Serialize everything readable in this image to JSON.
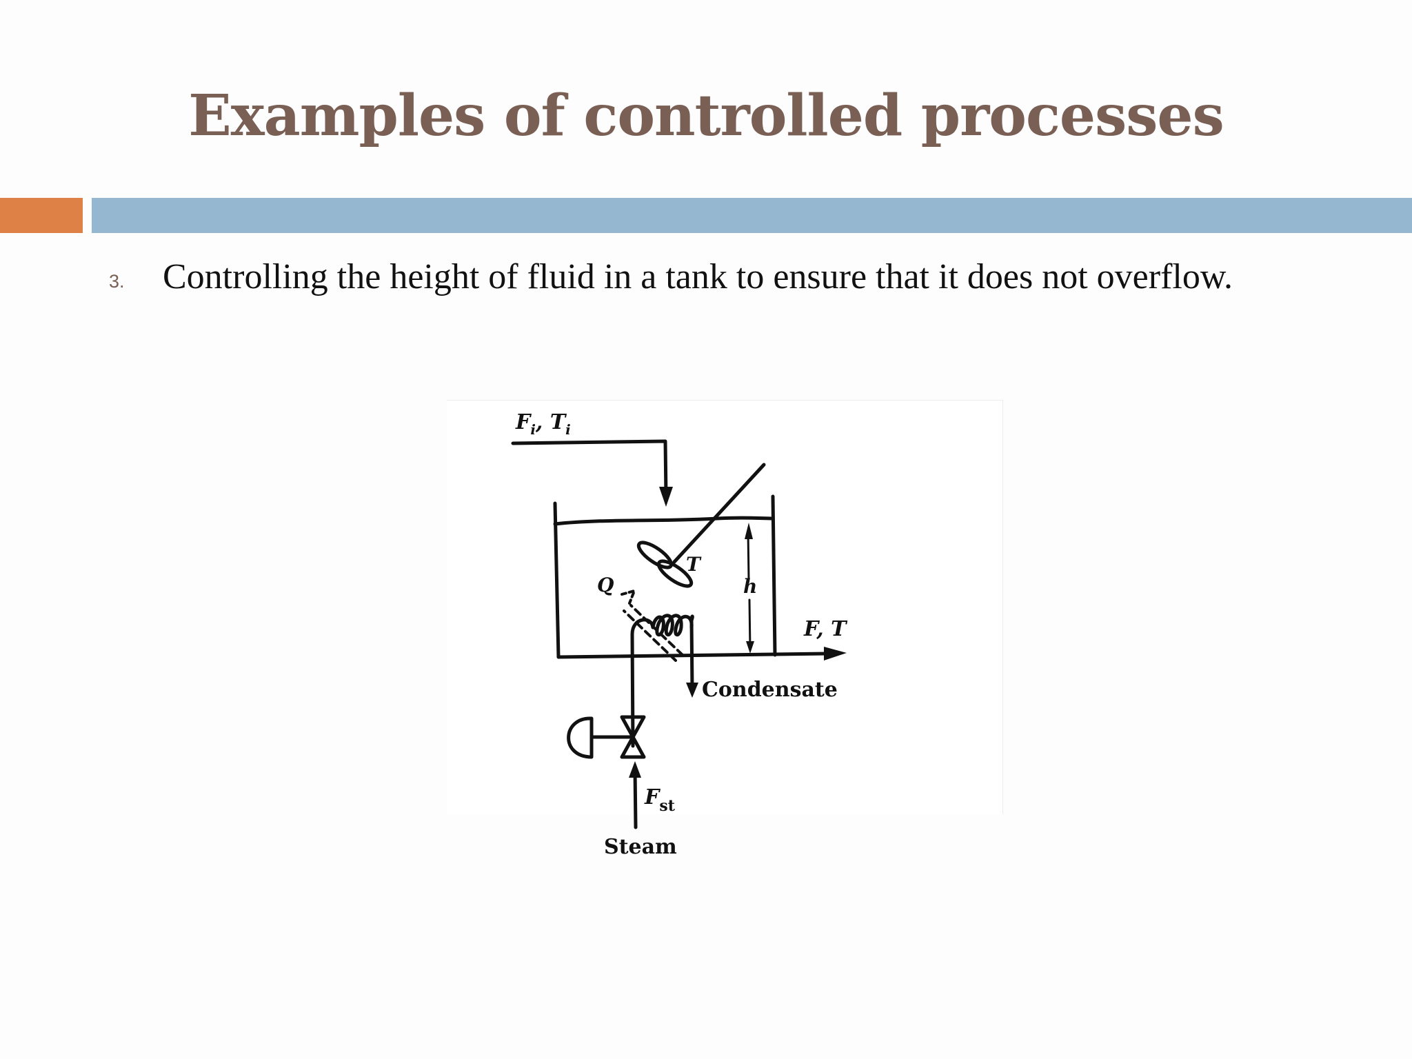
{
  "slide": {
    "title": "Examples of controlled processes",
    "item_number": "3.",
    "item_text": "Controlling the height of fluid in a tank to ensure that it does not overflow."
  },
  "diagram": {
    "inlet_label_F": "F",
    "inlet_label_sub_i1": "i",
    "inlet_label_sep": ", ",
    "inlet_label_T": "T",
    "inlet_label_sub_i2": "i",
    "temperature_label": "T",
    "heat_label": "Q",
    "height_label": "h",
    "outlet_label": "F, T",
    "condensate_label": "Condensate",
    "steam_flow_F": "F",
    "steam_flow_sub": "st",
    "steam_label": "Steam"
  },
  "colors": {
    "title": "#7a5f55",
    "accent_orange": "#dd8146",
    "accent_blue": "#95b8d0"
  }
}
